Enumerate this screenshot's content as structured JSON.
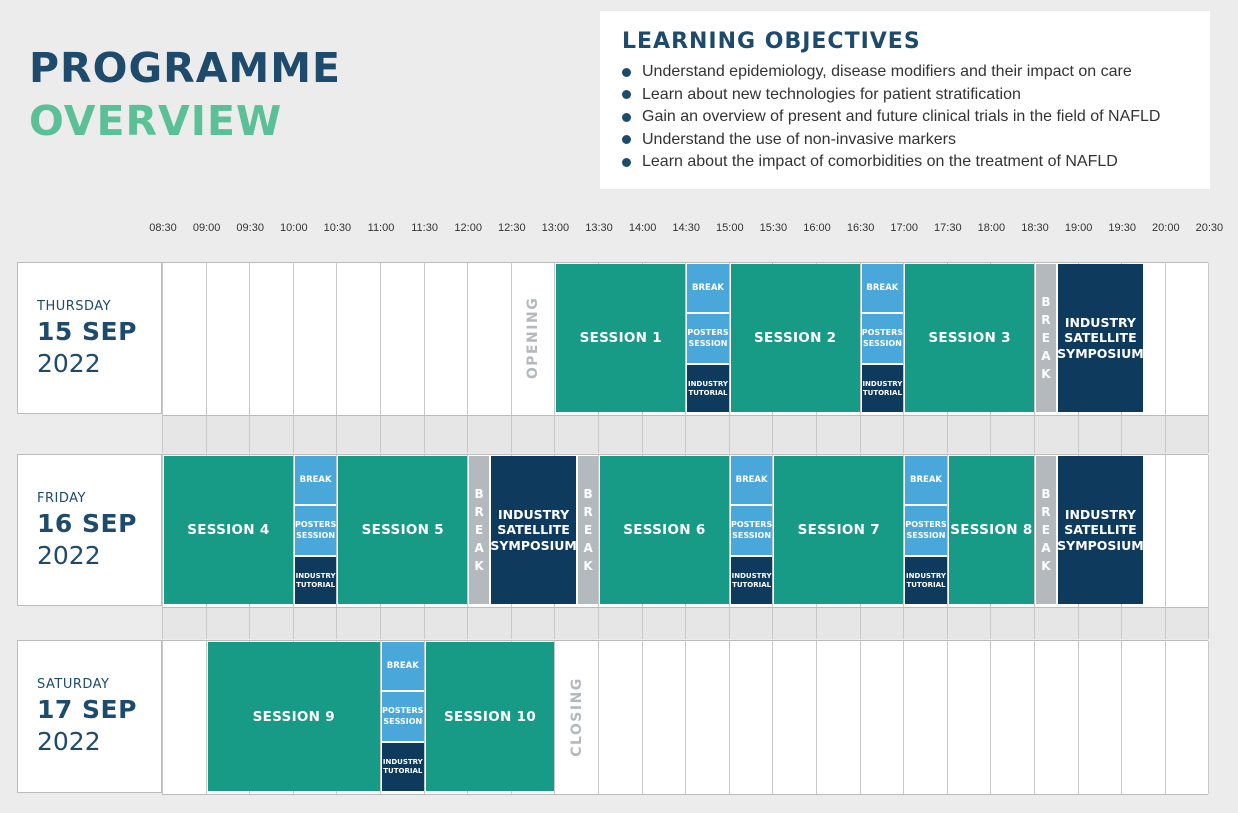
{
  "header": {
    "title_line1": "PROGRAMME",
    "title_line2": "OVERVIEW"
  },
  "objectives": {
    "heading": "LEARNING OBJECTIVES",
    "items": [
      "Understand epidemiology, disease modifiers and their impact on care",
      "Learn about new technologies for patient stratification",
      "Gain an overview of present and future clinical trials in the field of NAFLD",
      "Understand the use of non-invasive markers",
      "Learn about the impact of comorbidities on the treatment of NAFLD"
    ]
  },
  "times": [
    "08:30",
    "09:00",
    "09:30",
    "10:00",
    "10:30",
    "11:00",
    "11:30",
    "12:00",
    "12:30",
    "13:00",
    "13:30",
    "14:00",
    "14:30",
    "15:00",
    "15:30",
    "16:00",
    "16:30",
    "17:00",
    "17:30",
    "18:00",
    "18:30",
    "19:00",
    "19:30",
    "20:00",
    "20:30"
  ],
  "days": [
    {
      "day": "THURSDAY",
      "date": "15 SEP",
      "year": "2022",
      "blocks": [
        {
          "type": "vertical",
          "label": "OPENING",
          "start": "12:30",
          "end": "13:00"
        },
        {
          "type": "session",
          "label": "SESSION 1",
          "start": "13:00",
          "end": "14:30"
        },
        {
          "type": "stack",
          "start": "14:30",
          "end": "15:00",
          "break": "BREAK",
          "posters": "POSTERS SESSION",
          "tutorial": "INDUSTRY TUTORIAL"
        },
        {
          "type": "session",
          "label": "SESSION 2",
          "start": "15:00",
          "end": "16:30"
        },
        {
          "type": "stack",
          "start": "16:30",
          "end": "17:00",
          "break": "BREAK",
          "posters": "POSTERS SESSION",
          "tutorial": "INDUSTRY TUTORIAL"
        },
        {
          "type": "session",
          "label": "SESSION 3",
          "start": "17:00",
          "end": "18:30"
        },
        {
          "type": "vbreak",
          "label": "BREAK",
          "start": "18:30",
          "end": "18:45"
        },
        {
          "type": "industry",
          "label": "INDUSTRY SATELLITE SYMPOSIUM",
          "start": "18:45",
          "end": "19:45"
        }
      ]
    },
    {
      "day": "FRIDAY",
      "date": "16 SEP",
      "year": "2022",
      "blocks": [
        {
          "type": "session",
          "label": "SESSION 4",
          "start": "08:30",
          "end": "10:00"
        },
        {
          "type": "stack",
          "start": "10:00",
          "end": "10:30",
          "break": "BREAK",
          "posters": "POSTERS SESSION",
          "tutorial": "INDUSTRY TUTORIAL"
        },
        {
          "type": "session",
          "label": "SESSION 5",
          "start": "10:30",
          "end": "12:00"
        },
        {
          "type": "vbreak",
          "label": "BREAK",
          "start": "12:00",
          "end": "12:15"
        },
        {
          "type": "industry",
          "label": "INDUSTRY SATELLITE SYMPOSIUM",
          "start": "12:15",
          "end": "13:15"
        },
        {
          "type": "vbreak",
          "label": "BREAK",
          "start": "13:15",
          "end": "13:30"
        },
        {
          "type": "session",
          "label": "SESSION 6",
          "start": "13:30",
          "end": "15:00"
        },
        {
          "type": "stack",
          "start": "15:00",
          "end": "15:30",
          "break": "BREAK",
          "posters": "POSTERS SESSION",
          "tutorial": "INDUSTRY TUTORIAL"
        },
        {
          "type": "session",
          "label": "SESSION 7",
          "start": "15:30",
          "end": "17:00"
        },
        {
          "type": "stack",
          "start": "17:00",
          "end": "17:30",
          "break": "BREAK",
          "posters": "POSTERS SESSION",
          "tutorial": "INDUSTRY TUTORIAL"
        },
        {
          "type": "session",
          "label": "SESSION 8",
          "start": "17:30",
          "end": "18:30"
        },
        {
          "type": "vbreak",
          "label": "BREAK",
          "start": "18:30",
          "end": "18:45"
        },
        {
          "type": "industry",
          "label": "INDUSTRY SATELLITE SYMPOSIUM",
          "start": "18:45",
          "end": "19:45"
        }
      ]
    },
    {
      "day": "SATURDAY",
      "date": "17 SEP",
      "year": "2022",
      "blocks": [
        {
          "type": "session",
          "label": "SESSION 9",
          "start": "09:00",
          "end": "11:00"
        },
        {
          "type": "stack",
          "start": "11:00",
          "end": "11:30",
          "break": "BREAK",
          "posters": "POSTERS SESSION",
          "tutorial": "INDUSTRY TUTORIAL"
        },
        {
          "type": "session",
          "label": "SESSION 10",
          "start": "11:30",
          "end": "13:00"
        },
        {
          "type": "vertical",
          "label": "CLOSING",
          "start": "13:00",
          "end": "13:30"
        }
      ]
    }
  ],
  "colors": {
    "session": "#179a86",
    "break": "#49a8d9",
    "industry": "#0e3a5e",
    "pause": "#b3b9bd",
    "title": "#1e4a6b",
    "accent": "#5bbf98"
  }
}
